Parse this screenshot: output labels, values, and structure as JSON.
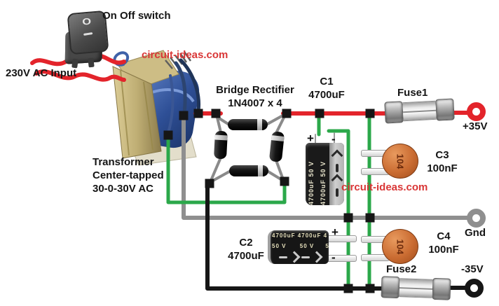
{
  "labels": {
    "on_off_switch": "On Off switch",
    "ac_input": "230V AC Input",
    "watermark": "circuit-ideas.com",
    "transformer_line1": "Transformer",
    "transformer_line2": "Center-tapped",
    "transformer_line3": "30-0-30V AC",
    "bridge_line1": "Bridge Rectifier",
    "bridge_line2": "1N4007 x 4",
    "c1_name": "C1",
    "c1_value": "4700uF",
    "c2_name": "C2",
    "c2_value": "4700uF",
    "c3_name": "C3",
    "c3_value": "100nF",
    "c4_name": "C4",
    "c4_value": "100nF",
    "fuse1": "Fuse1",
    "fuse2": "Fuse2",
    "output_positive": "+35V",
    "output_ground": "Gnd",
    "output_negative": "-35V"
  },
  "component_markings": {
    "disc_capacitor_code": "104",
    "electrolytic_column": "4700uF 50 V",
    "c2_row1": "4700uF 4700uF 4",
    "c2_row2": "50 V      50 V     5",
    "polarity_plus": "+",
    "polarity_minus": "-"
  },
  "colors": {
    "positive_wire": "#e3242b",
    "ground_wire": "#8f8f8f",
    "negative_wire": "#161616",
    "secondary_wire": "#2ba84a",
    "watermark_red": "#d93636"
  }
}
